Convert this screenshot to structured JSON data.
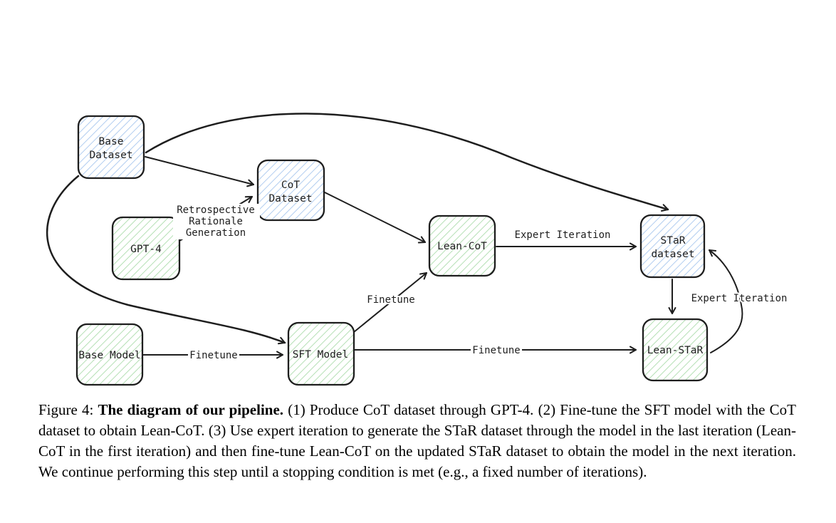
{
  "figure": {
    "nodes": {
      "base_dataset": {
        "line1": "Base",
        "line2": "Dataset"
      },
      "cot_dataset": {
        "line1": "CoT",
        "line2": "Dataset"
      },
      "gpt4": {
        "label": "GPT-4"
      },
      "lean_cot": {
        "label": "Lean-CoT"
      },
      "star_dataset": {
        "line1": "STaR",
        "line2": "dataset"
      },
      "base_model": {
        "label": "Base Model"
      },
      "sft_model": {
        "label": "SFT Model"
      },
      "lean_star": {
        "label": "Lean-STaR"
      }
    },
    "edge_labels": {
      "retrospective": {
        "line1": "Retrospective",
        "line2": "Rationale",
        "line3": "Generation"
      },
      "expert_iteration_top": "Expert Iteration",
      "expert_iteration_right": "Expert Iteration",
      "finetune_diagonal": "Finetune",
      "finetune_base_to_sft": "Finetune",
      "finetune_sft_to_leanstar": "Finetune"
    },
    "colors": {
      "box_border": "#1e1e1e",
      "blue_hatch": "#b1cdf0",
      "green_hatch": "#b5e0b5",
      "arrow": "#1e1e1e"
    }
  },
  "caption": {
    "prefix": "Figure 4: ",
    "bold_title": "The diagram of our pipeline.",
    "body": " (1) Produce CoT dataset through GPT-4. (2) Fine-tune the SFT model with the CoT dataset to obtain Lean-CoT. (3) Use expert iteration to generate the STaR dataset through the model in the last iteration (Lean-CoT in the first iteration) and then fine-tune Lean-CoT on the updated STaR dataset to obtain the model in the next iteration. We continue performing this step until a stopping condition is met (e.g., a fixed number of iterations)."
  }
}
